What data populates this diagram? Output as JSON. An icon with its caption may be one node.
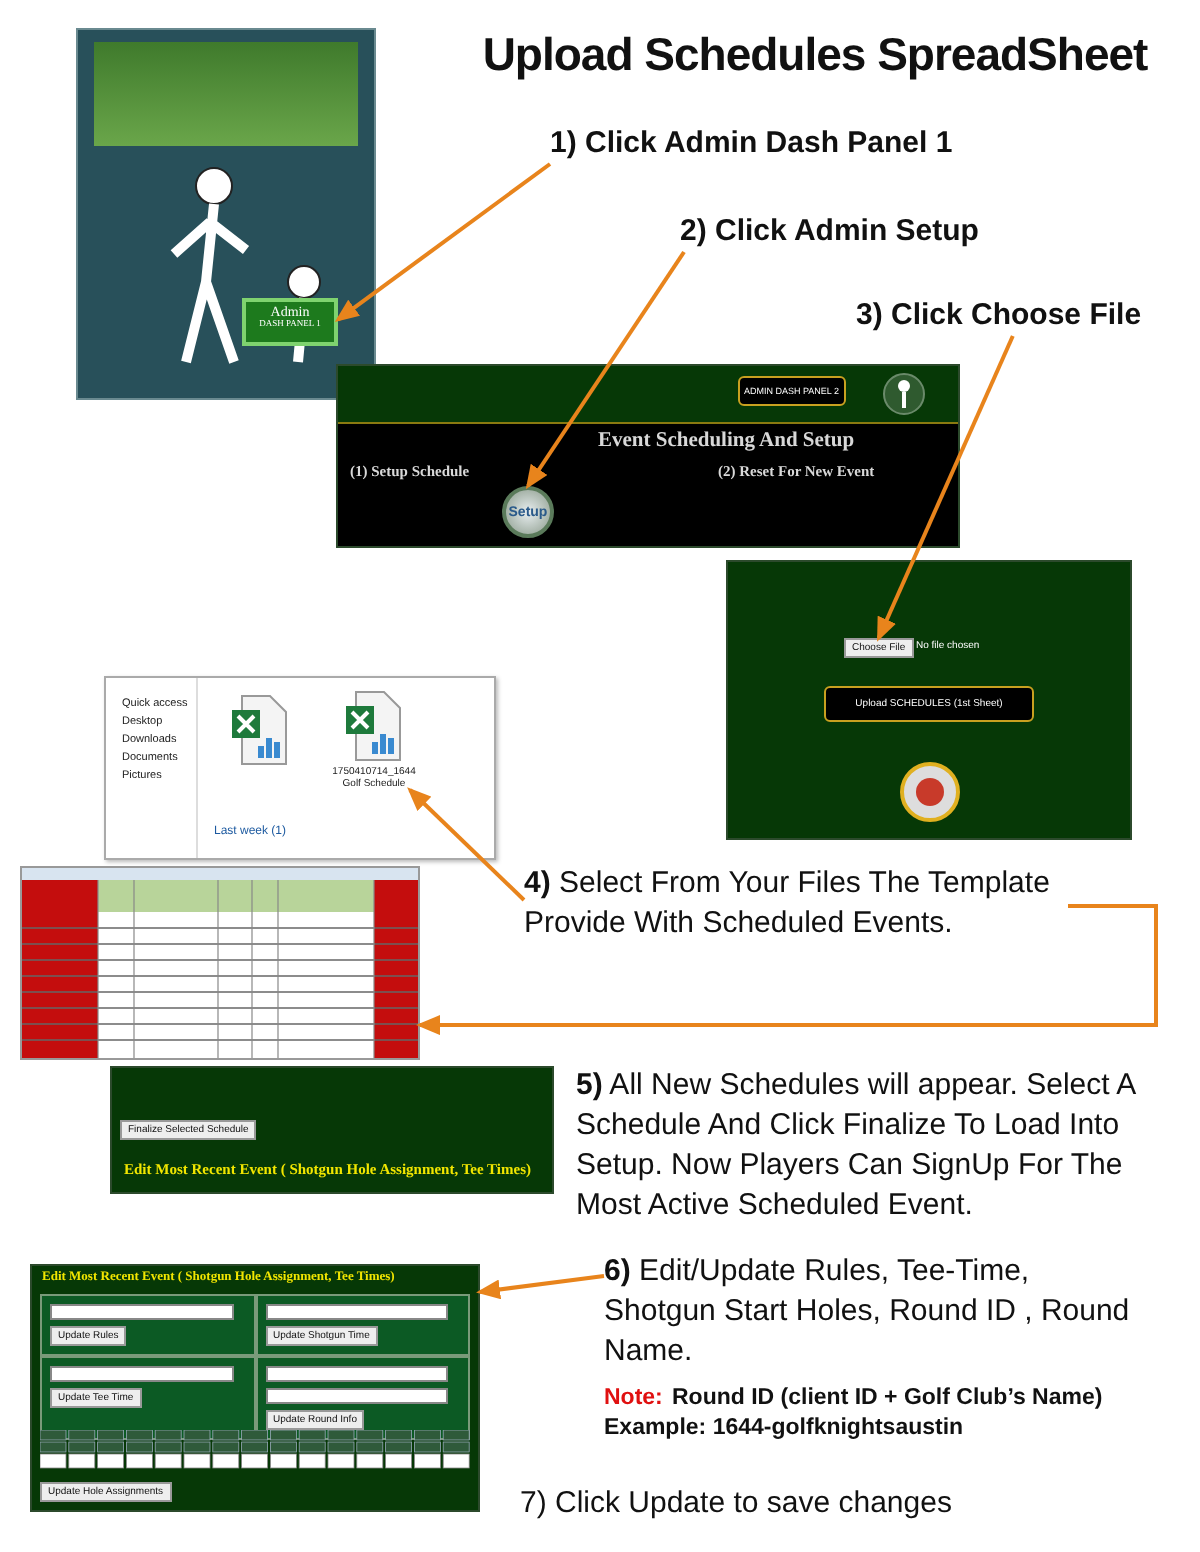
{
  "diagram": {
    "title": "Upload Schedules SpreadSheet",
    "nodes": [
      {
        "text": [],
        "shape": "picture"
      },
      {
        "text": [
          "Admin",
          "DASH PANEL 1"
        ],
        "in": 0
      },
      {
        "text": [
          "ADMIN DASH PANEL 2",
          "Event Scheduling And Setup",
          "(1) Setup Schedule",
          "(2) Reset For New Event"
        ]
      },
      {
        "text": [
          "Setup"
        ],
        "in": 2
      },
      {
        "text": [
          "Upload SCHEDULES (1st Sheet)"
        ]
      },
      {
        "text": [
          "Choose File"
        ],
        "in": 4,
        "beside": [
          "No file chosen"
        ]
      },
      {
        "text": [
          "Quick access",
          "Desktop",
          "Downloads",
          "Documents",
          "Pictures",
          "Last week (1)"
        ]
      },
      {
        "text": [
          "1750410714_1644 Golf Schedule"
        ],
        "in": 6
      },
      {
        "text": [],
        "shape": "picture"
      },
      {
        "text": [
          "Finalize Selected Schedule",
          "Edit Most Recent Event ( Shotgun Hole Assignment, Tee Times)"
        ]
      },
      {
        "text": [
          "Edit Most Recent Event ( Shotgun Hole Assignment, Tee Times)",
          "Update Rules",
          "Update Shotgun Time",
          "Update Tee Time",
          "Update Round Info",
          "Update Hole Assignments"
        ]
      },
      {
        "text": [
          "1) Click Admin Dash Panel 1"
        ]
      },
      {
        "text": [
          "2) Click Admin Setup"
        ]
      },
      {
        "text": [
          "3) Click Choose File"
        ]
      },
      {
        "text": [
          "**4)** Select From Your Files The Template Provide With Scheduled Events."
        ]
      },
      {
        "text": [
          "**6)** Edit/Update Rules, Tee-Time, Shotgun Start Holes, Round ID , Round Name."
        ]
      }
    ],
    "edges": [
      {
        "from": 11,
        "to": 1,
        "arrow": "to"
      },
      {
        "from": 12,
        "to": 3,
        "arrow": "to"
      },
      {
        "from": 13,
        "to": 5,
        "arrow": "to"
      },
      {
        "from": 14,
        "to": 7,
        "arrow": "to"
      },
      {
        "from": 14,
        "to": 8,
        "arrow": "to"
      },
      {
        "from": 15,
        "to": 10,
        "arrow": "to"
      }
    ],
    "labels": [
      "**5)** All New Schedules will appear. Select A Schedule And Click Finalize To Load Into Setup. Now Players Can SignUp For The Most Active Scheduled Event.",
      "Note:",
      "Round ID (client ID + Golf Club’s Name)",
      "Example: 1644-golfknightsaustin",
      "7) Click Update to save changes"
    ]
  }
}
